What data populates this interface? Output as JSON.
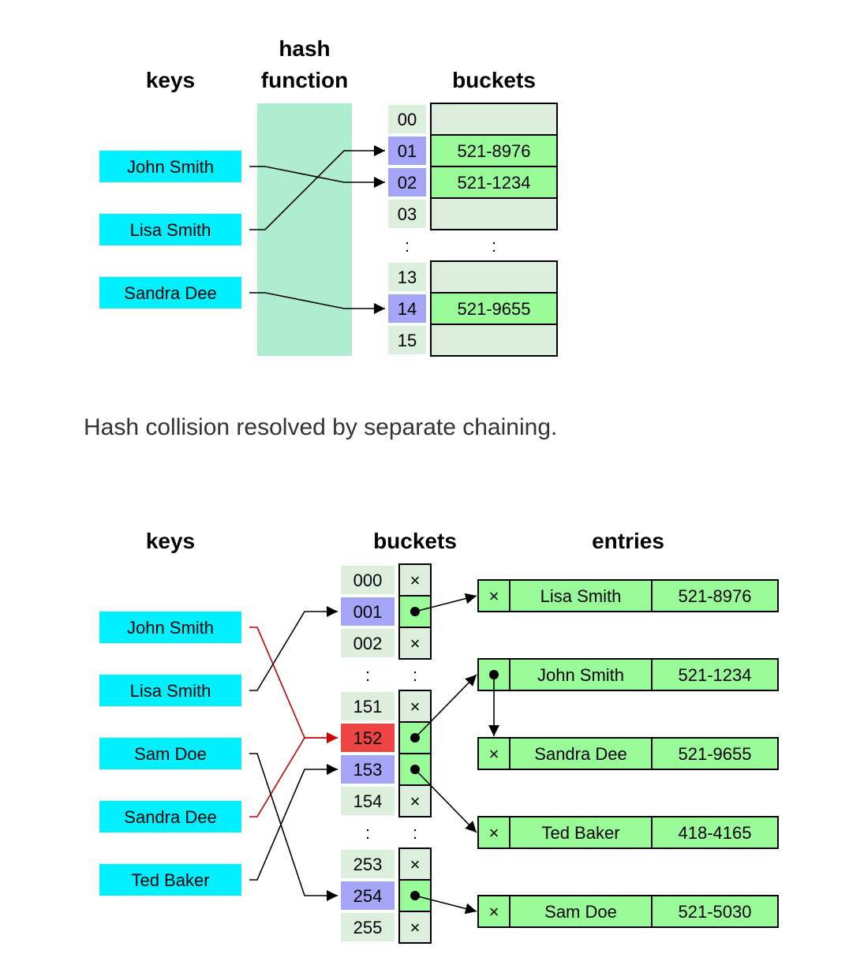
{
  "figure1": {
    "headers": {
      "keys": "keys",
      "hash_line1": "hash",
      "hash_line2": "function",
      "buckets": "buckets"
    },
    "keys": [
      "John Smith",
      "Lisa Smith",
      "Sandra Dee"
    ],
    "slot_indices": [
      "00",
      "01",
      "02",
      "03",
      "13",
      "14",
      "15"
    ],
    "bucket_values": [
      "",
      "521-8976",
      "521-1234",
      "",
      "",
      "521-9655",
      ""
    ],
    "ellipsis": ":"
  },
  "caption": "Hash collision resolved by separate chaining.",
  "figure2": {
    "headers": {
      "keys": "keys",
      "buckets": "buckets",
      "entries": "entries"
    },
    "keys": [
      "John Smith",
      "Lisa Smith",
      "Sam Doe",
      "Sandra Dee",
      "Ted Baker"
    ],
    "slot_indices": [
      "000",
      "001",
      "002",
      "151",
      "152",
      "153",
      "154",
      "253",
      "254",
      "255"
    ],
    "null_marker": "×",
    "ellipsis": ":",
    "entries": [
      {
        "name": "Lisa Smith",
        "phone": "521-8976"
      },
      {
        "name": "John Smith",
        "phone": "521-1234"
      },
      {
        "name": "Sandra Dee",
        "phone": "521-9655"
      },
      {
        "name": "Ted Baker",
        "phone": "418-4165"
      },
      {
        "name": "Sam Doe",
        "phone": "521-5030"
      }
    ]
  },
  "colors": {
    "key_fill": "#00f0ff",
    "hash_band": "#aeedcf",
    "slot_plain": "#dcefdc",
    "slot_used": "#a5a5f8",
    "slot_collision": "#ee4444",
    "bucket_empty": "#dcefdc",
    "bucket_filled": "#98fb98",
    "collision_line": "#cc0000"
  }
}
